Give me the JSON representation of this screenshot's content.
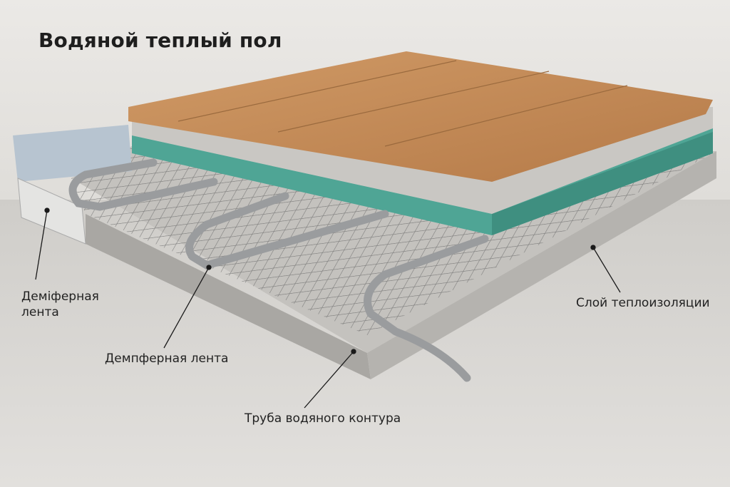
{
  "title": "Водяной теплый пол",
  "labels": {
    "damper_left_line1": "Деміферная",
    "damper_left_line2": "лента",
    "damper_center": "Демпферная лента",
    "pipe": "Труба водяного контура",
    "insulation": "Слой теплоизоляции"
  },
  "colors": {
    "wood": "#c8905c",
    "insulation": "#4fa595",
    "concrete": "#b8b6b2",
    "pipe": "#9a9c9e"
  }
}
